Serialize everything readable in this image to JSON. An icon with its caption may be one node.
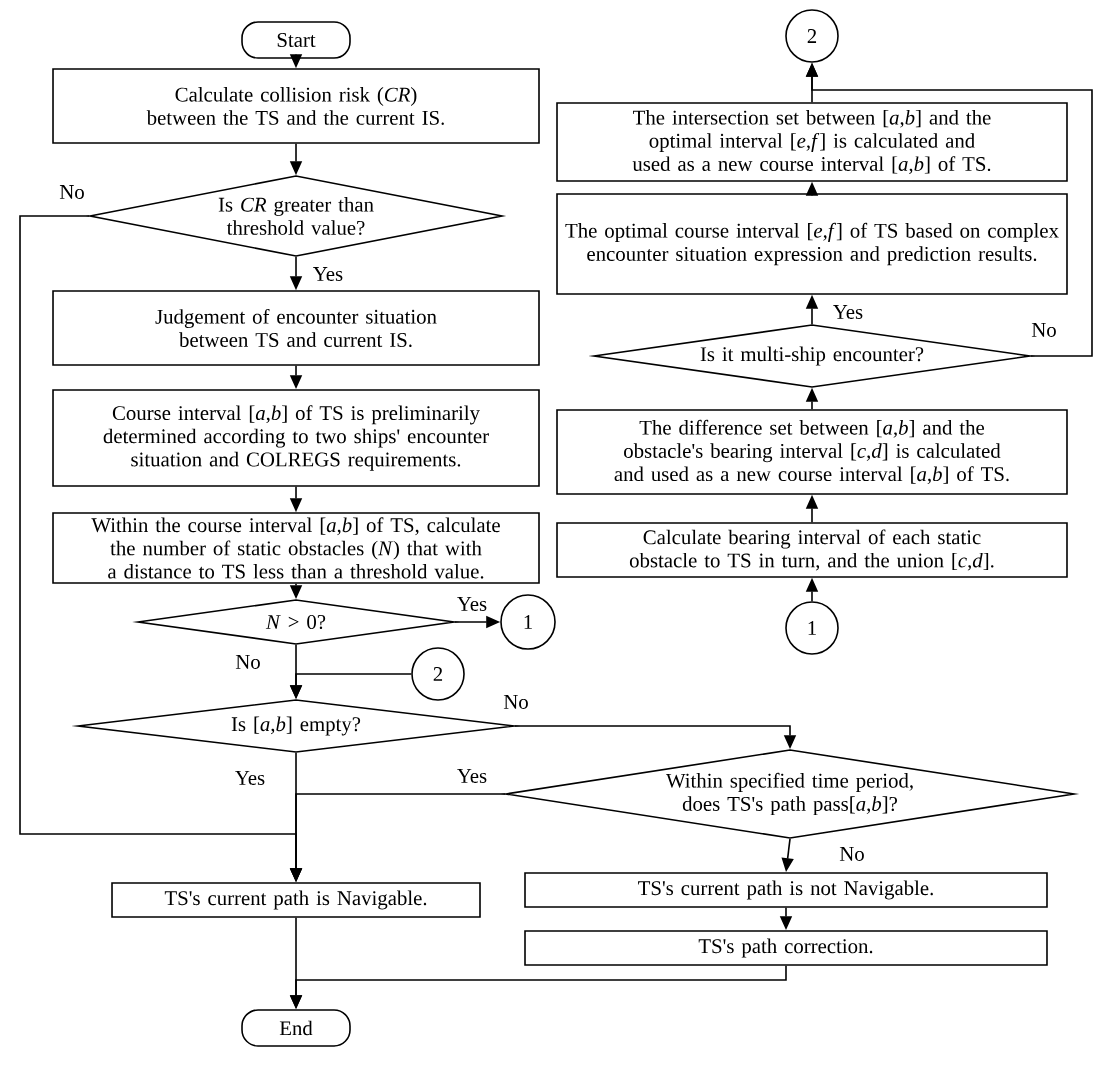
{
  "diagram": {
    "nodes": [
      {
        "text": [
          "Start"
        ]
      },
      {
        "text": [
          "Calculate collision risk (*CR*) between the TS and the current IS."
        ]
      },
      {
        "text": [
          "Is *CR* greater than threshold value?"
        ]
      },
      {
        "text": [
          "Judgement of encounter situation between TS and current IS."
        ]
      },
      {
        "text": [
          "Course interval [*a*,*b*] of TS is preliminarily determined according to two ships' encounter situation and COLREGS requirements."
        ]
      },
      {
        "text": [
          "Within the course interval [*a*,*b*] of TS, calculate the number of static obstacles (*N*) that with a distance to TS less than a threshold value."
        ]
      },
      {
        "text": [
          "*N* > 0?"
        ]
      },
      {
        "text": [
          "1"
        ]
      },
      {
        "text": [
          "2"
        ]
      },
      {
        "text": [
          "Is [*a*,*b*] empty?"
        ]
      },
      {
        "text": [
          "Within specified time period, does TS's path pass[*a*,*b*]?"
        ]
      },
      {
        "text": [
          "TS's current path is Navigable."
        ]
      },
      {
        "text": [
          "TS's current path is not Navigable."
        ]
      },
      {
        "text": [
          "TS's path correction."
        ]
      },
      {
        "text": [
          "End"
        ]
      },
      {
        "text": [
          "1"
        ]
      },
      {
        "text": [
          "Calculate bearing interval of each static obstacle to TS in turn, and the union [*c*,*d*]."
        ]
      },
      {
        "text": [
          "The difference set between [*a*,*b*] and the obstacle's bearing interval [*c*,*d*] is calculated and used as a new course interval [*a*,*b*] of TS."
        ]
      },
      {
        "text": [
          "Is it multi-ship encounter?"
        ]
      },
      {
        "text": [
          "The optimal course interval [*e*,*f*] of TS based on complex encounter situation expression and prediction results."
        ]
      },
      {
        "text": [
          "The intersection set between [*a*,*b*] and the optimal interval [*e*,*f*] is calculated and used as a new course interval [*a*,*b*] of TS."
        ]
      },
      {
        "text": [
          "2"
        ]
      }
    ],
    "edges": [
      {
        "from": 0,
        "to": 1,
        "arrow": "to"
      },
      {
        "from": 1,
        "to": 2,
        "arrow": "to"
      },
      {
        "from": 2,
        "to": 3,
        "arrow": "to",
        "label": "Yes"
      },
      {
        "from": 2,
        "to": 11,
        "arrow": "to",
        "label": "No"
      },
      {
        "from": 3,
        "to": 4,
        "arrow": "to"
      },
      {
        "from": 4,
        "to": 5,
        "arrow": "to"
      },
      {
        "from": 5,
        "to": 6,
        "arrow": "to"
      },
      {
        "from": 6,
        "to": 7,
        "arrow": "to",
        "label": "Yes"
      },
      {
        "from": 6,
        "to": 9,
        "arrow": "to",
        "label": "No"
      },
      {
        "from": 8,
        "to": 9,
        "arrow": "to"
      },
      {
        "from": 9,
        "to": 10,
        "arrow": "to",
        "label": "No"
      },
      {
        "from": 9,
        "to": 11,
        "arrow": "to",
        "label": "Yes"
      },
      {
        "from": 10,
        "to": 11,
        "arrow": "to",
        "label": "Yes"
      },
      {
        "from": 10,
        "to": 12,
        "arrow": "to",
        "label": "No"
      },
      {
        "from": 12,
        "to": 13,
        "arrow": "to"
      },
      {
        "from": 13,
        "to": 14,
        "arrow": "to"
      },
      {
        "from": 11,
        "to": 14,
        "arrow": "to"
      },
      {
        "from": 15,
        "to": 16,
        "arrow": "to"
      },
      {
        "from": 16,
        "to": 17,
        "arrow": "to"
      },
      {
        "from": 17,
        "to": 18,
        "arrow": "to"
      },
      {
        "from": 18,
        "to": 19,
        "arrow": "to",
        "label": "Yes"
      },
      {
        "from": 19,
        "to": 20,
        "arrow": "to"
      },
      {
        "from": 18,
        "to": 21,
        "arrow": "to",
        "label": "No"
      },
      {
        "from": 20,
        "to": 21,
        "arrow": "to"
      }
    ]
  }
}
